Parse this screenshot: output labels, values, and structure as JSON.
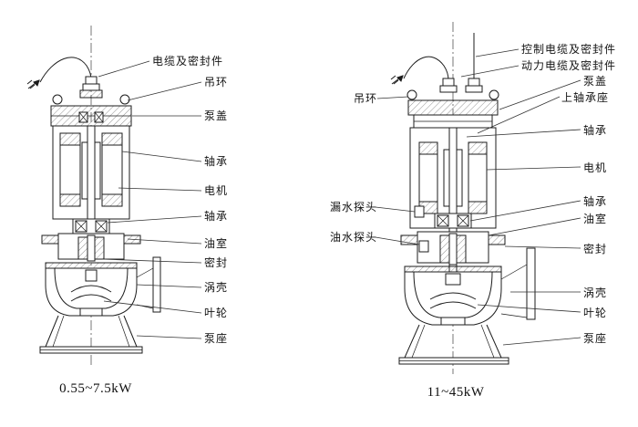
{
  "diagram": {
    "left_pump": {
      "caption": "0.55~7.5kW",
      "labels": {
        "cable_seal": "电缆及密封件",
        "lifting_ring": "吊环",
        "pump_cover": "泵盖",
        "bearing_upper": "轴承",
        "motor": "电机",
        "bearing_lower": "轴承",
        "oil_chamber": "油室",
        "seal": "密封",
        "volute": "涡壳",
        "impeller": "叶轮",
        "pump_base": "泵座"
      }
    },
    "right_pump": {
      "caption": "11~45kW",
      "labels": {
        "control_cable_seal": "控制电缆及密封件",
        "power_cable_seal": "动力电缆及密封件",
        "pump_cover": "泵盖",
        "upper_bearing_seat": "上轴承座",
        "bearing_upper": "轴承",
        "motor": "电机",
        "bearing_lower": "轴承",
        "oil_chamber": "油室",
        "seal": "密封",
        "volute": "涡壳",
        "impeller": "叶轮",
        "pump_base": "泵座",
        "lifting_ring": "吊环",
        "leak_probe": "漏水探头",
        "oil_water_probe": "油水探头"
      }
    }
  }
}
